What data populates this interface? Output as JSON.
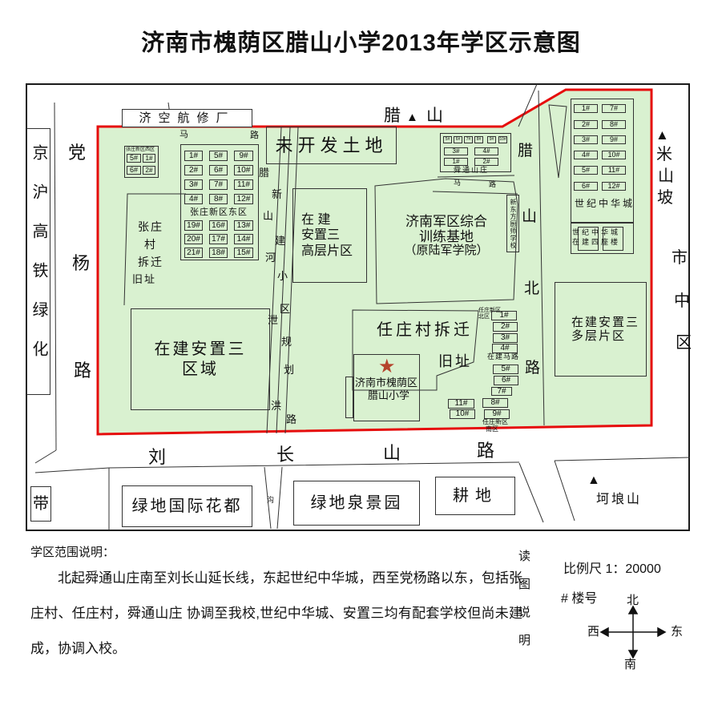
{
  "title": "济南市槐荫区腊山小学2013年学区示意图",
  "colors": {
    "district_fill": "#d9f1d0",
    "boundary_red": "#e60c0c",
    "star": "#b5432c",
    "line": "#333333"
  },
  "icons": {
    "mountain": "▲",
    "star": "★"
  },
  "roads": {
    "dangyang": [
      "党",
      "杨",
      "路"
    ],
    "liuchangshan": [
      "刘",
      "长",
      "山",
      "路"
    ],
    "lashanbei": [
      "腊",
      "山",
      "北",
      "路"
    ],
    "malu_top": [
      "马",
      "路"
    ],
    "malu_shuntong": [
      "马",
      "路"
    ],
    "gou": "沟",
    "zaijian_malu": "在建马路"
  },
  "margins": {
    "jinghu_strip": "京沪高铁绿化",
    "dai": "带",
    "corridor_a": [
      "腊",
      "山",
      "河",
      "泄",
      "洪"
    ],
    "corridor_b": [
      "新",
      "建",
      "小",
      "区",
      "规",
      "划",
      "路"
    ],
    "mishanpo": [
      "米",
      "山",
      "坡"
    ],
    "shizhongqu": [
      "市",
      "中",
      "区"
    ],
    "lashan_mountain": [
      "腊",
      "山"
    ],
    "kelangshan": "坷埌山"
  },
  "areas": {
    "factory": "济空航修厂",
    "undeveloped": "未开发土地",
    "anzhi3_highrise": [
      "在 建",
      "安置三",
      "高层片区"
    ],
    "military": [
      "济南军区综合",
      "训练基地",
      "（原陆军学院）"
    ],
    "anzhi3_area": [
      "在建安置三",
      "区域"
    ],
    "anzhi3_multi": [
      "在建安置三",
      "多层片区"
    ],
    "zhangzhuang_old": [
      "张庄",
      "村",
      "拆迁",
      "旧址"
    ],
    "renzhuang_old": {
      "l1": "任庄村拆迁",
      "l2": "旧址"
    },
    "school": {
      "l1": "济南市槐荫区",
      "l2": "腊山小学"
    },
    "xindongfang": "新东方厨师学校",
    "greenland_intl": "绿地国际花都",
    "greenland_spring": "绿地泉景园",
    "farmland": "耕地"
  },
  "compounds": {
    "zz_west": {
      "title": "张庄新区西区",
      "rows": [
        [
          "5#",
          "1#"
        ],
        [
          "6#",
          "2#"
        ]
      ]
    },
    "zz_east": {
      "title": "张庄新区东区",
      "upper": [
        [
          "1#",
          "5#",
          "9#"
        ],
        [
          "2#",
          "6#",
          "10#"
        ],
        [
          "3#",
          "7#",
          "11#"
        ],
        [
          "4#",
          "8#",
          "12#"
        ]
      ],
      "lower": [
        [
          "19#",
          "16#",
          "13#"
        ],
        [
          "20#",
          "17#",
          "14#"
        ],
        [
          "21#",
          "18#",
          "15#"
        ]
      ]
    },
    "shuntong": {
      "title": "舜通山庄",
      "tiny": [
        "5#",
        "6#",
        "7#",
        "8#",
        "9#",
        "10#"
      ],
      "row2": [
        "3#",
        "4#"
      ],
      "row1": [
        "1#",
        "2#"
      ]
    },
    "century": {
      "title": "世纪中华城",
      "rows": [
        [
          "1#",
          "7#"
        ],
        [
          "2#",
          "8#"
        ],
        [
          "3#",
          "9#"
        ],
        [
          "4#",
          "10#"
        ],
        [
          "5#",
          "11#"
        ],
        [
          "6#",
          "12#"
        ]
      ],
      "uc_l1": "世纪中华城",
      "uc_l2": "在建四座楼"
    },
    "rz_north": {
      "l1": "任庄新区",
      "l2": "北区",
      "buildings": [
        "1#",
        "2#",
        "3#",
        "4#"
      ]
    },
    "rz_mid": [
      "5#",
      "6#",
      "7#"
    ],
    "rz_south": {
      "l1": "任庄新区",
      "l2": "南区",
      "left": [
        "11#",
        "10#"
      ],
      "right": [
        "8#",
        "9#"
      ]
    }
  },
  "legend": {
    "scope_title": "学区范围说明：",
    "scope_text": "北起舜通山庄南至刘长山延长线，东起世纪中华城，西至党杨路以东，包括张庄村、任庄村，舜通山庄 协调至我校,世纪中华城、安置三均有配套学校但尚未建成，协调入校。",
    "reading_note": "读图说明",
    "scale": "比例尺 1：20000",
    "building_key": "# 楼号",
    "compass": {
      "n": "北",
      "s": "南",
      "e": "东",
      "w": "西"
    }
  }
}
